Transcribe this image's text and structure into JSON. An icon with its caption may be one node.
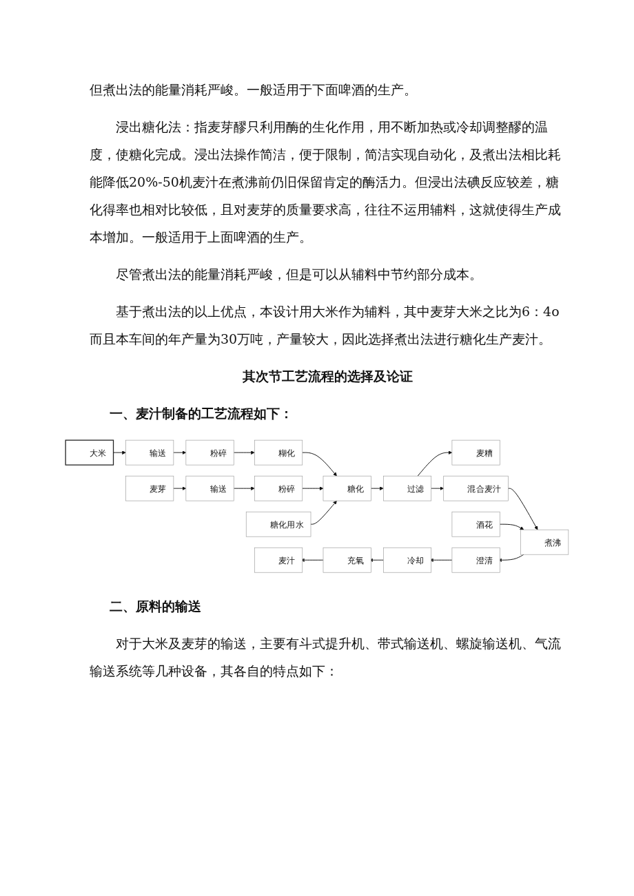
{
  "diagram": {
    "nodes": [
      {
        "text": [
          "大米"
        ]
      },
      {
        "text": [
          "输送"
        ]
      },
      {
        "text": [
          "粉碎"
        ]
      },
      {
        "text": [
          "糊化"
        ]
      },
      {
        "text": [
          "麦糟"
        ]
      },
      {
        "text": [
          "麦芽"
        ]
      },
      {
        "text": [
          "输送"
        ]
      },
      {
        "text": [
          "粉碎"
        ]
      },
      {
        "text": [
          "糖化"
        ]
      },
      {
        "text": [
          "过滤"
        ]
      },
      {
        "text": [
          "糖化用水"
        ]
      },
      {
        "text": [
          "混合麦汁"
        ]
      },
      {
        "text": [
          "麦汁"
        ]
      },
      {
        "text": [
          "充氧"
        ]
      },
      {
        "text": [
          "冷却"
        ]
      },
      {
        "text": [
          "澄清"
        ]
      },
      {
        "text": [
          "煮沸"
        ]
      },
      {
        "text": [
          "酒花"
        ]
      }
    ],
    "edges": [
      {
        "from": 0,
        "to": 1,
        "arrow": "to"
      },
      {
        "from": 1,
        "to": 2,
        "arrow": "to"
      },
      {
        "from": 2,
        "to": 3,
        "arrow": "to"
      },
      {
        "from": 3,
        "to": 8,
        "arrow": "to"
      },
      {
        "from": 5,
        "to": 6,
        "arrow": "to"
      },
      {
        "from": 6,
        "to": 7,
        "arrow": "to"
      },
      {
        "from": 7,
        "to": 8,
        "arrow": "to"
      },
      {
        "from": 10,
        "to": 8,
        "arrow": "to"
      },
      {
        "from": 8,
        "to": 9,
        "arrow": "to"
      },
      {
        "from": 9,
        "to": 4,
        "arrow": "to"
      },
      {
        "from": 9,
        "to": 11,
        "arrow": "to"
      },
      {
        "from": 11,
        "to": 16,
        "arrow": "to"
      },
      {
        "from": 17,
        "to": 16,
        "arrow": "to"
      },
      {
        "from": 16,
        "to": 15,
        "arrow": "to"
      },
      {
        "from": 15,
        "to": 14,
        "arrow": "to"
      },
      {
        "from": 14,
        "to": 13,
        "arrow": "to"
      },
      {
        "from": 13,
        "to": 12,
        "arrow": "to"
      }
    ],
    "labels": [
      "但煮出法的能量消耗严峻。一般适用于下面啤酒的生产。",
      "浸出糖化法：指麦芽醪只利用酶的生化作用，用不断加热或冷却调整醪的温度，使糖化完成。浸出法操作简洁，便于限制，简洁实现自动化，及煮出法相比耗能降低20%-50机麦汁在煮沸前仍旧保留肯定的酶活力。但浸出法碘反应较差，糖化得率也相对比较低，且对麦芽的质量要求高，往往不运用辅料，这就使得生产成本增加。一般适用于上面啤酒的生产。",
      "尽管煮出法的能量消耗严峻，但是可以从辅料中节约部分成本。",
      "基于煮出法的以上优点，本设计用大米作为辅料，其中麦芽大米之比为6：4o而且本车间的年产量为30万吨，产量较大，因此选择煮出法进行糖化生产麦汁。",
      "其次节工艺流程的选择及论证",
      "一、麦汁制备的工艺流程如下：",
      "二、原料的输送",
      "对于大米及麦芽的输送，主要有斗式提升机、带式输送机、螺旋输送机、气流输送系统等几种设备，其各自的特点如下："
    ]
  }
}
